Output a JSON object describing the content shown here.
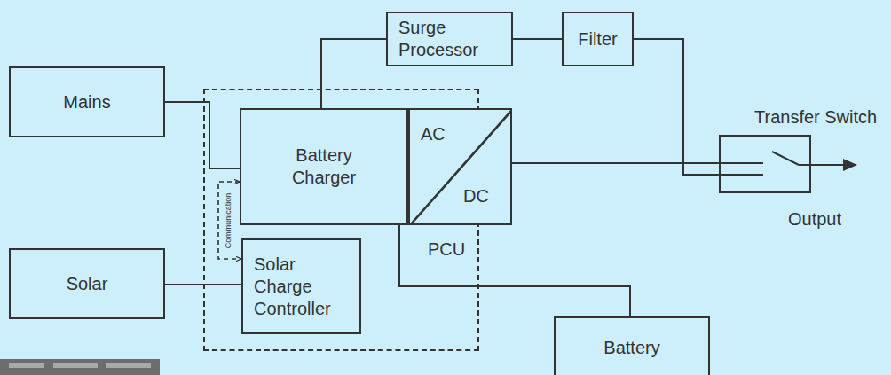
{
  "diagram": {
    "nodes": [
      {
        "text": [
          "Surge Processor"
        ]
      },
      {
        "text": [
          "Filter"
        ]
      },
      {
        "text": [
          "Mains"
        ]
      },
      {
        "text": [
          "PCU"
        ]
      },
      {
        "text": [
          "Battery Charger"
        ],
        "in": 3
      },
      {
        "text": [
          "AC",
          "DC"
        ],
        "in": 3
      },
      {
        "text": [
          "Transfer Switch"
        ]
      },
      {
        "text": [
          "Solar"
        ]
      },
      {
        "text": [
          "Solar Charge Controller"
        ],
        "in": 3
      },
      {
        "text": [
          "Battery"
        ]
      }
    ],
    "edges": [
      {
        "from": 2,
        "to": 4,
        "arrow": "none"
      },
      {
        "from": 4,
        "to": 0,
        "arrow": "none"
      },
      {
        "from": 0,
        "to": 1,
        "arrow": "none"
      },
      {
        "from": 1,
        "to": 6,
        "arrow": "none"
      },
      {
        "from": 5,
        "to": 6,
        "arrow": "none"
      },
      {
        "from": 7,
        "to": 8,
        "arrow": "none"
      },
      {
        "from": 4,
        "to": 9,
        "arrow": "none"
      },
      {
        "from": 4,
        "to": 8,
        "label": "Communication",
        "arrow": "both"
      }
    ],
    "labels": [
      "Output"
    ]
  }
}
